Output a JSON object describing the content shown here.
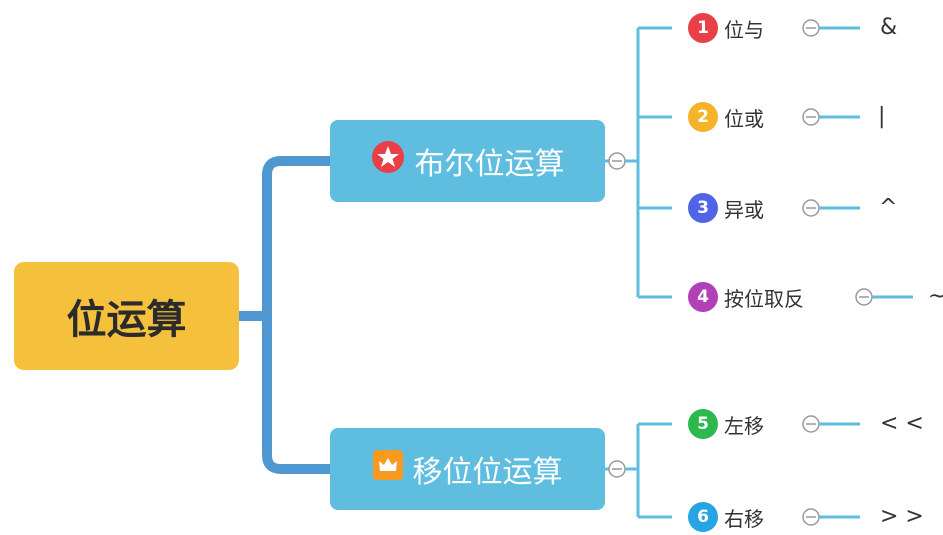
{
  "root": {
    "label": "位运算",
    "color": "#f5c03c"
  },
  "branches": [
    {
      "label": "布尔位运算",
      "icon": "star-icon",
      "leaves": [
        {
          "num": "1",
          "label": "位与",
          "value": "&",
          "color": "#e84046"
        },
        {
          "num": "2",
          "label": "位或",
          "value": "|",
          "color": "#f5b32a"
        },
        {
          "num": "3",
          "label": "异或",
          "value": "^",
          "color": "#5065e6"
        },
        {
          "num": "4",
          "label": "按位取反",
          "value": "~",
          "color": "#b240b8"
        }
      ]
    },
    {
      "label": "移位位运算",
      "icon": "crown-icon",
      "leaves": [
        {
          "num": "5",
          "label": "左移",
          "value": "< <",
          "color": "#2db84d"
        },
        {
          "num": "6",
          "label": "右移",
          "value": "> >",
          "color": "#27a4e4"
        }
      ]
    }
  ],
  "colors": {
    "line_main": "#4f97d0",
    "line_leaf": "#5fbde0",
    "branch_fill": "#5fbde0"
  }
}
